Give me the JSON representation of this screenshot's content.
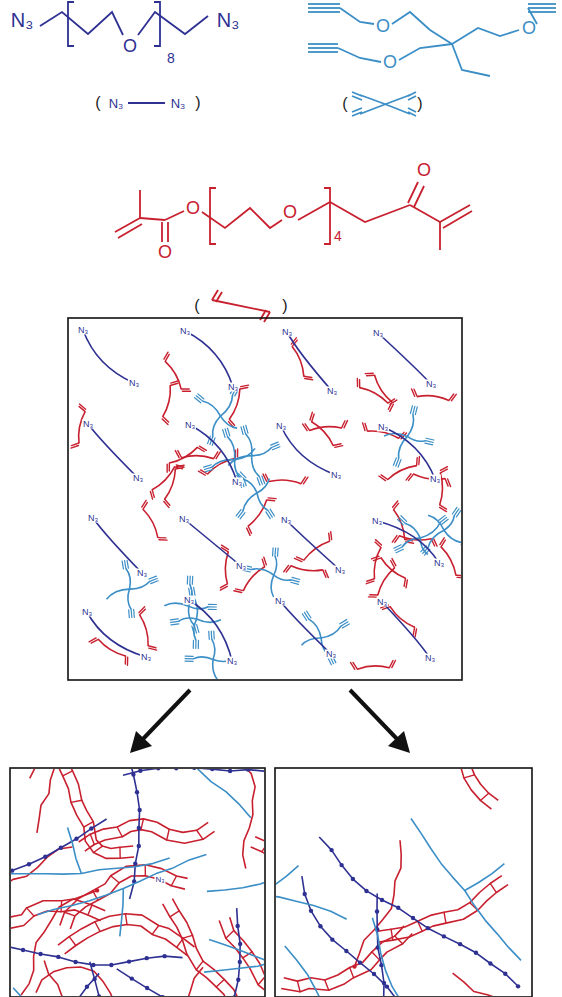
{
  "diagram": {
    "labels": [
      "N₃",
      "O",
      "8",
      "N₃",
      "(",
      "N₃",
      "N₃",
      ")",
      "O",
      "O",
      "O",
      "(",
      ")",
      "O",
      "O",
      "O",
      "O",
      "4",
      "(",
      ")",
      "N₃",
      "N₃",
      "N₃",
      "N₃",
      "N₃",
      "N₃",
      "N₃",
      "N₃",
      "N₃",
      "N₃",
      "N₃",
      "N₃",
      "N₃",
      "N₃",
      "N₃",
      "N₃",
      "N₃",
      "N₃",
      "N₃",
      "N₃",
      "N₃",
      "N₃",
      "N₃",
      "N₃",
      "N₃",
      "N₃",
      "N₃",
      "N₃",
      "N₃",
      "N₃",
      "N₃",
      "N₃",
      "N₃"
    ]
  }
}
